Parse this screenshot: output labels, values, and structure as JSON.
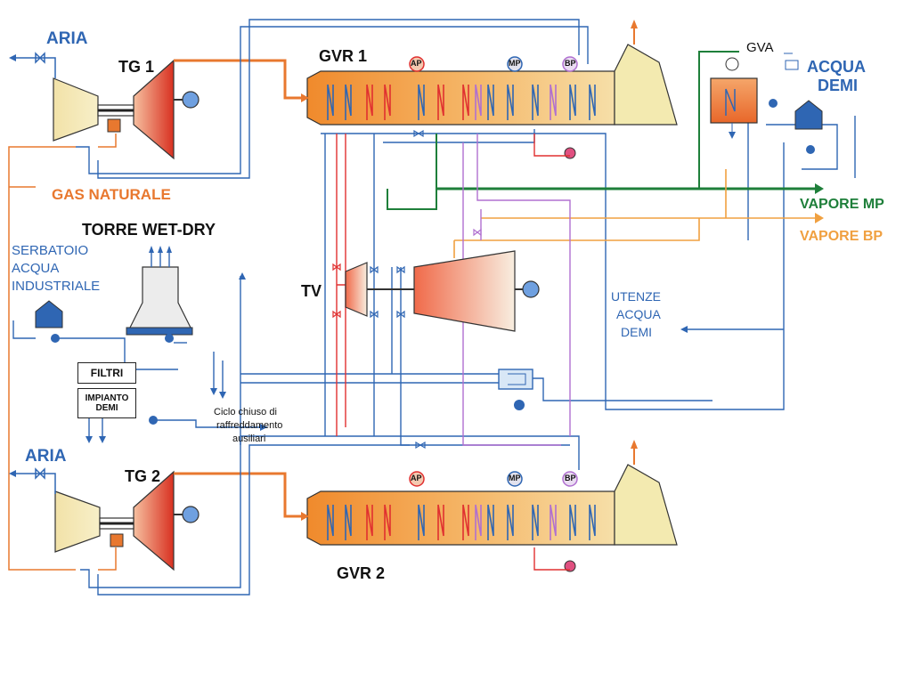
{
  "labels": {
    "aria_top": "ARIA",
    "tg1": "TG 1",
    "gvr1": "GVR 1",
    "gva": "GVA",
    "acqua_demi_line1": "ACQUA",
    "acqua_demi_line2": "DEMI",
    "gas_naturale": "GAS NATURALE",
    "torre_wet_dry": "TORRE WET-DRY",
    "serbatoio_line1": "SERBATOIO",
    "serbatoio_line2": "ACQUA",
    "serbatoio_line3": "INDUSTRIALE",
    "tv": "TV",
    "vapore_mp": "VAPORE MP",
    "vapore_bp": "VAPORE BP",
    "utenze_line1": "UTENZE",
    "utenze_line2": "ACQUA",
    "utenze_line3": "DEMI",
    "filtri": "FILTRI",
    "impianto_line1": "IMPIANTO",
    "impianto_line2": "DEMI",
    "ciclo_line1": "Ciclo chiuso di",
    "ciclo_line2": "raffreddamento",
    "ciclo_line3": "ausiliari",
    "aria_bottom": "ARIA",
    "tg2": "TG 2",
    "gvr2": "GVR 2",
    "pump_ap": "AP",
    "pump_mp": "MP",
    "pump_bp": "BP"
  },
  "colors": {
    "water_blue": "#2f66b3",
    "steam_red": "#e03030",
    "steam_mp_green": "#1e7f3a",
    "steam_bp_orange": "#f0a040",
    "gas_orange": "#e8782f",
    "purple": "#b070d0",
    "stack": "#f3eab0"
  }
}
